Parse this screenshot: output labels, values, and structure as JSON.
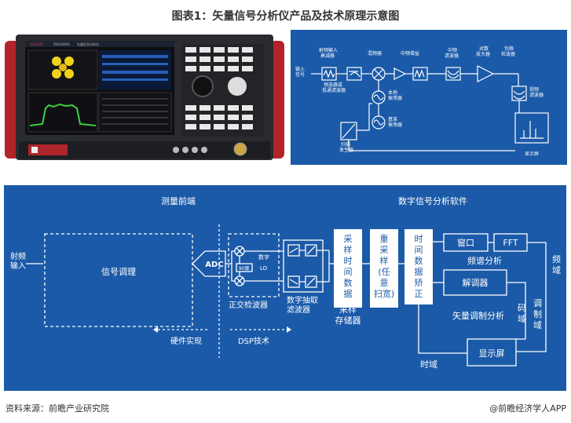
{
  "title": "图表1：矢量信号分析仪产品及技术原理示意图",
  "footer": {
    "source": "资料来源：前瞻产业研究院",
    "credit": "@前瞻经济学人APP"
  },
  "watermark": "前瞻经济学人",
  "analyzer": {
    "brand": "SIGLENT",
    "model": "SSA3000X",
    "header": "矢量信号分析仪"
  },
  "spectrum": {
    "input": "输入\n信号",
    "attenuator": "射频输入\n衰减器",
    "mixer": "混频器",
    "if_gain": "中频增益",
    "if_filter": "中频\n滤波器",
    "log_amp": "对数\n放大器",
    "envelope": "包络\n检波器",
    "preselector": "预选器或\n低通滤波器",
    "lo": "本地\n振荡器",
    "ref_osc": "基准\n振荡器",
    "sweep": "扫描\n发生器",
    "video_filter": "视频\n滤波器",
    "display": "显示屏"
  },
  "vsa": {
    "front_end": "测量前端",
    "dsp_software": "数字信号分析软件",
    "rf_input": "射频\n输入",
    "conditioning": "信号调理",
    "adc": "ADC",
    "digital": "数字",
    "lo": "LO",
    "phase90": "90度",
    "iq_detector": "正交检波器",
    "decimation": "数字抽取\n滤波器",
    "sample_store": "采样存储器",
    "sample_time_data": "采样时间数据",
    "resample": "重采样(任意扫宽)",
    "time_correct": "时间数据矫正",
    "window": "窗口",
    "fft": "FFT",
    "spectrum_analysis": "频谱分析",
    "demodulator": "解调器",
    "vector_analysis": "矢量调制分析",
    "code_domain": "码\n域",
    "mod_domain": "调\n制\n域",
    "freq_domain": "频\n域",
    "display": "显示屏",
    "time_domain": "时域",
    "hardware": "硬件实现",
    "dsp_tech": "DSP技术"
  },
  "colors": {
    "panel_blue": "#1b5aa8",
    "box_blue": "#1d61b1",
    "line_white": "#ffffff",
    "analyzer_red": "#c8272d"
  }
}
